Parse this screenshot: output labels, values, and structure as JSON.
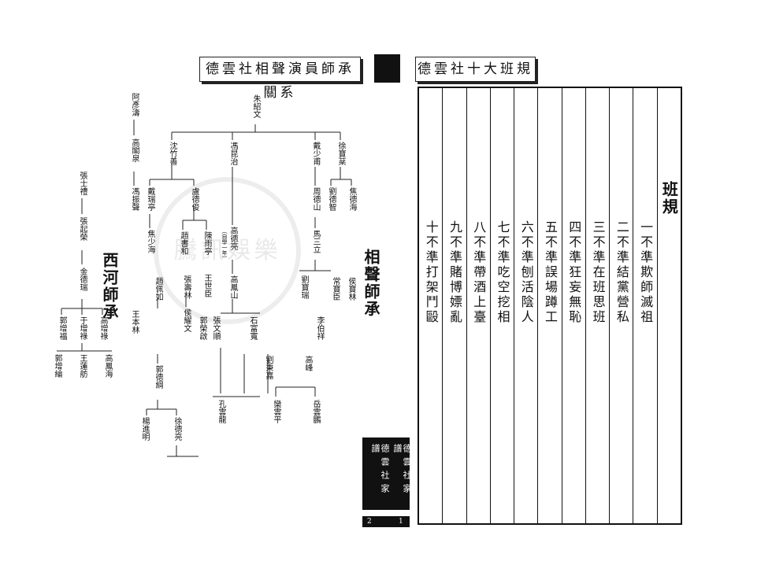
{
  "left_page": {
    "title": "德雲社相聲演員師承關系",
    "section_labels": {
      "xiangsheng": "相聲師承",
      "xihe": "西河師承"
    },
    "tree": {
      "root": "朱紹文",
      "gen1": [
        "沈竹善",
        "馮昆治",
        "戴少甫",
        "徐寶棻"
      ],
      "chen_right": "阿彥濤",
      "chen_right_2": "高閣泉",
      "chen_right_3": "馮振聲",
      "shen_students": [
        "戴瑞亭",
        "盧德俊"
      ],
      "dai_rui_student": "焦少海",
      "lu_students": [
        "趙書和",
        "陳雨亭"
      ],
      "feng_student": "高德亮",
      "feng_note": "（自學一年）",
      "gao_student": "高鳳山",
      "dai_shao_student": "周德山",
      "zhou_student": "馬三立",
      "xu_students": [
        "劉德智",
        "焦德海"
      ],
      "xihe_root": "張士禮",
      "xihe_gen1": "張起榮",
      "xihe_gen2": "金德瑞",
      "xihe_gen3": [
        "郭增福",
        "于增祿",
        "高增祿"
      ],
      "xihe_leaves": [
        "郭增綸",
        "王蓮舫",
        "高鳳海"
      ],
      "lower_nodes": [
        "趙佩如",
        "張壽林",
        "王世臣",
        "常寶臣",
        "侯寶林",
        "石富寬",
        "郭德綱",
        "侯耀文",
        "楊進明",
        "郭榮啟",
        "張文順",
        "劉寶瑞",
        "王本林",
        "李伯祥",
        "徐德亮",
        "劉秉嘉",
        "高峰",
        "欒雲平",
        "岳雲鵬",
        "孔雲龍"
      ]
    },
    "watermark": "騰訊娛樂",
    "stamp": {
      "col_a": "德雲社家譜",
      "col_b": "德雲社家譜"
    },
    "page_numbers": {
      "left": "2",
      "right": "1"
    }
  },
  "right_page": {
    "title": "德雲社十大班規",
    "heading": "班規",
    "rules": [
      "一不準欺師滅祖",
      "二不準結黨營私",
      "三不準在班思班",
      "四不準狂妄無恥",
      "五不準誤場蹲工",
      "六不準刨活陰人",
      "七不準吃空挖相",
      "八不準帶酒上臺",
      "九不準賭博嫖亂",
      "十不準打架鬥毆"
    ]
  }
}
